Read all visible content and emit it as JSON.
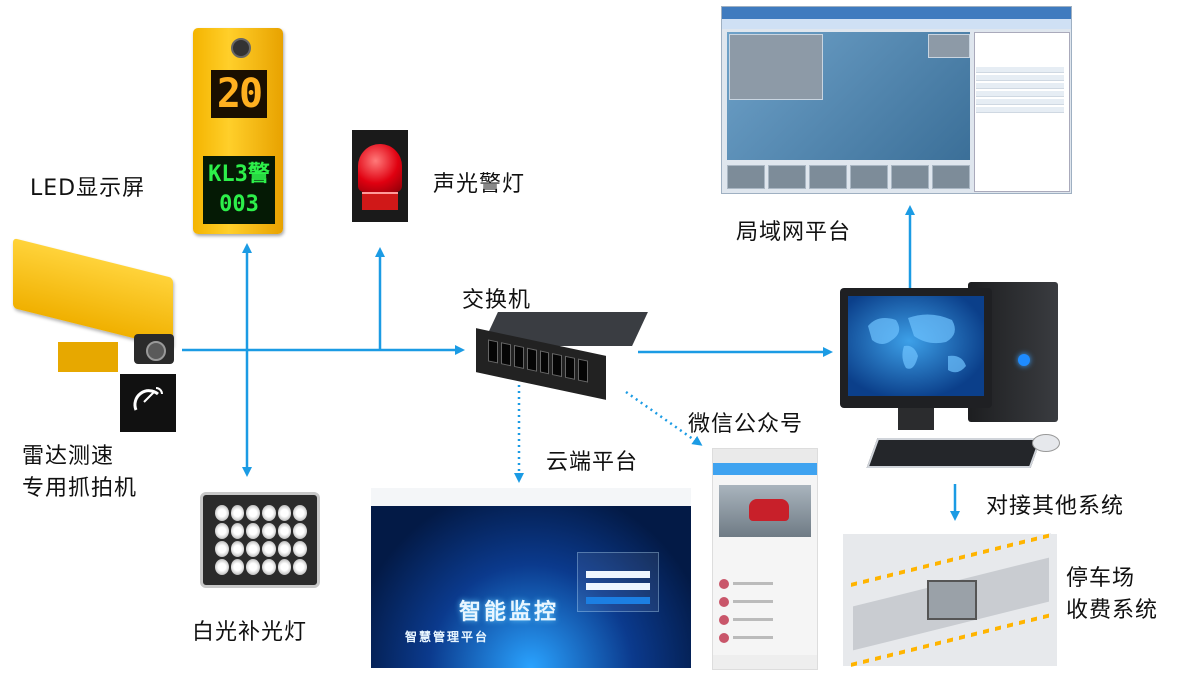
{
  "labels": {
    "led_display": "LED显示屏",
    "alarm_light": "声光警灯",
    "switch": "交换机",
    "lan_platform": "局域网平台",
    "radar_line1": "雷达测速",
    "radar_line2": "专用抓拍机",
    "white_light": "白光补光灯",
    "cloud_platform": "云端平台",
    "wechat": "微信公众号",
    "other_systems": "对接其他系统",
    "parking_line1": "停车场",
    "parking_line2": "收费系统"
  },
  "led_screen": {
    "speed": "20",
    "plate": "KL3警",
    "code": "003"
  },
  "cloud_screen": {
    "title": "智能监控",
    "subtitle": "智慧管理平台"
  },
  "colors": {
    "arrow": "#1b9be4",
    "led_yellow": "#f4b400",
    "speed_text": "#ffb020",
    "plate_text": "#2df04a"
  },
  "icons": [
    "led-display-icon",
    "alarm-light-icon",
    "radar-camera-icon",
    "white-light-icon",
    "switch-icon",
    "computer-icon",
    "lan-screen-icon",
    "cloud-screen-icon",
    "wechat-phone-icon",
    "parking-diagram-icon"
  ]
}
